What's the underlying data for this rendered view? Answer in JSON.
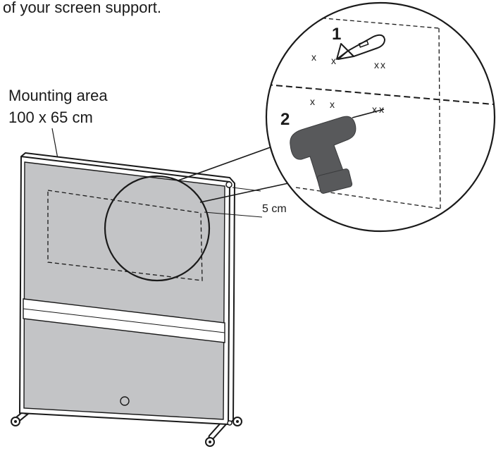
{
  "intro_text": "of your screen support.",
  "mounting_area": {
    "title": "Mounting area",
    "size": "100 x 65 cm"
  },
  "margin_label": "5 cm",
  "steps": [
    {
      "number": "1",
      "tool_icon": "utility-knife-icon"
    },
    {
      "number": "2",
      "tool_icon": "power-drill-icon"
    }
  ],
  "hole_mark": "x",
  "colors": {
    "panel": "#c3c4c6",
    "frame": "#1a1a1a",
    "drill": "#58595b",
    "stripe": "#ffffff"
  }
}
